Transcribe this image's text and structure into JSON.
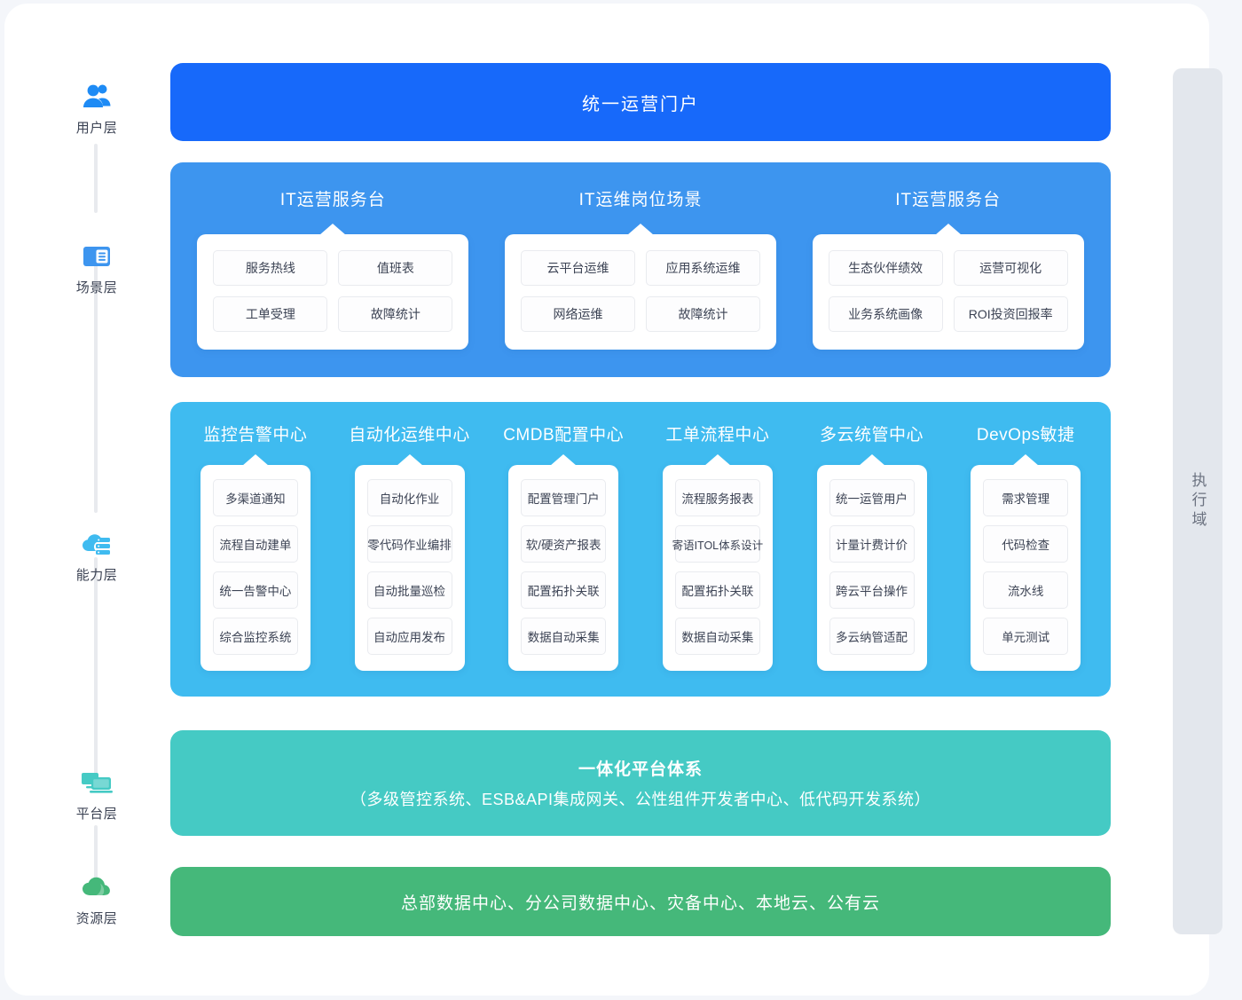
{
  "exec_domain": {
    "label": "执行域"
  },
  "rail": {
    "items": [
      {
        "icon": "users-icon",
        "label": "用户层"
      },
      {
        "icon": "window-icon",
        "label": "场景层"
      },
      {
        "icon": "cloud-server-icon",
        "label": "能力层"
      },
      {
        "icon": "devices-icon",
        "label": "平台层"
      },
      {
        "icon": "cloud-icon",
        "label": "资源层"
      }
    ]
  },
  "portal": {
    "title": "统一运营门户"
  },
  "scenario": {
    "groups": [
      {
        "title": "IT运营服务台",
        "chips": [
          "服务热线",
          "值班表",
          "工单受理",
          "故障统计"
        ]
      },
      {
        "title": "IT运维岗位场景",
        "chips": [
          "云平台运维",
          "应用系统运维",
          "网络运维",
          "故障统计"
        ]
      },
      {
        "title": "IT运营服务台",
        "chips": [
          "生态伙伴绩效",
          "运营可视化",
          "业务系统画像",
          "ROI投资回报率"
        ]
      }
    ]
  },
  "capability": {
    "columns": [
      {
        "title": "监控告警中心",
        "chips": [
          "多渠道通知",
          "流程自动建单",
          "统一告警中心",
          "综合监控系统"
        ]
      },
      {
        "title": "自动化运维中心",
        "chips": [
          "自动化作业",
          "零代码作业编排",
          "自动批量巡检",
          "自动应用发布"
        ]
      },
      {
        "title": "CMDB配置中心",
        "chips": [
          "配置管理门户",
          "软/硬资产报表",
          "配置拓扑关联",
          "数据自动采集"
        ]
      },
      {
        "title": "工单流程中心",
        "chips": [
          "流程服务报表",
          "寄语ITOL体系设计",
          "配置拓扑关联",
          "数据自动采集"
        ]
      },
      {
        "title": "多云统管中心",
        "chips": [
          "统一运管用户",
          "计量计费计价",
          "跨云平台操作",
          "多云纳管适配"
        ]
      },
      {
        "title": "DevOps敏捷",
        "chips": [
          "需求管理",
          "代码检查",
          "流水线",
          "单元测试"
        ]
      }
    ]
  },
  "platform": {
    "title": "一体化平台体系",
    "subtitle": "（多级管控系统、ESB&API集成网关、公性组件开发者中心、低代码开发系统）"
  },
  "resource": {
    "title": "总部数据中心、分公司数据中心、灾备中心、本地云、公有云"
  },
  "colors": {
    "portal": "#1769fa",
    "scenario": "#3d95ef",
    "capability": "#3fbbf0",
    "platform": "#45cac4",
    "resource": "#45b87a",
    "exec_domain": "#e3e7ed",
    "page_bg": "#f4f6fa"
  }
}
